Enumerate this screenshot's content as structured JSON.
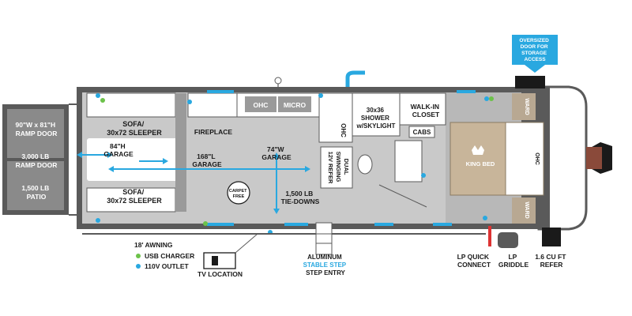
{
  "colors": {
    "accent_blue": "#29a8e0",
    "wall_dark": "#5a5a5a",
    "floor_gray": "#c9c9c9",
    "sofa_white": "#ffffff",
    "bed_tan": "#c8b59a",
    "usb_green": "#6cc24a",
    "outlet_blue": "#29a8e0"
  },
  "icons": {
    "storage_callout": "down-arrow-callout-icon",
    "crown": "crown-icon",
    "tv": "tv-remote-icon",
    "carpet_free": "carpet-free-badge-icon"
  },
  "labels": {
    "storage_door": [
      "OVERSIZED",
      "DOOR FOR",
      "STORAGE",
      "ACCESS"
    ],
    "ramp_door_1": [
      "90\"W x 81\"H",
      "RAMP DOOR"
    ],
    "ramp_door_2": [
      "3,000 LB",
      "RAMP DOOR"
    ],
    "patio": [
      "1,500 LB",
      "PATIO"
    ],
    "sofa_top": [
      "SOFA/",
      "30x72 SLEEPER"
    ],
    "sofa_bottom": [
      "SOFA/",
      "30x72 SLEEPER"
    ],
    "garage_84": [
      "84\"H",
      "GARAGE"
    ],
    "garage_168": [
      "168\"L",
      "GARAGE"
    ],
    "garage_74": [
      "74\"W",
      "GARAGE"
    ],
    "tie_downs": [
      "1,500 LB",
      "TIE-DOWNS"
    ],
    "fireplace": "FIREPLACE",
    "ohc_top": "OHC",
    "micro": "MICRO",
    "ohc_side": "OHC",
    "refer_dual": [
      "DUAL",
      "SWINGING",
      "12V REFER"
    ],
    "shower": [
      "30x36",
      "SHOWER",
      "w/SKYLIGHT"
    ],
    "walk_in_closet": [
      "WALK-IN",
      "CLOSET"
    ],
    "cabs": "CABS",
    "king_bed": "KING BED",
    "ward_top": "WARD",
    "ward_bottom": "WARD",
    "ohc_bed": "OHC",
    "carpet_badge": [
      "CARPET",
      "FREE"
    ],
    "awning": "18' AWNING",
    "usb_charger": "USB CHARGER",
    "outlet_110v": "110V OUTLET",
    "tv_location": "TV LOCATION",
    "step": [
      "ALUMINUM",
      "STABLE STEP",
      "STEP ENTRY"
    ],
    "lp_quick": [
      "LP QUICK",
      "CONNECT"
    ],
    "lp_griddle": [
      "LP",
      "GRIDDLE"
    ],
    "refer_16": [
      "1.6 CU FT",
      "REFER"
    ]
  }
}
